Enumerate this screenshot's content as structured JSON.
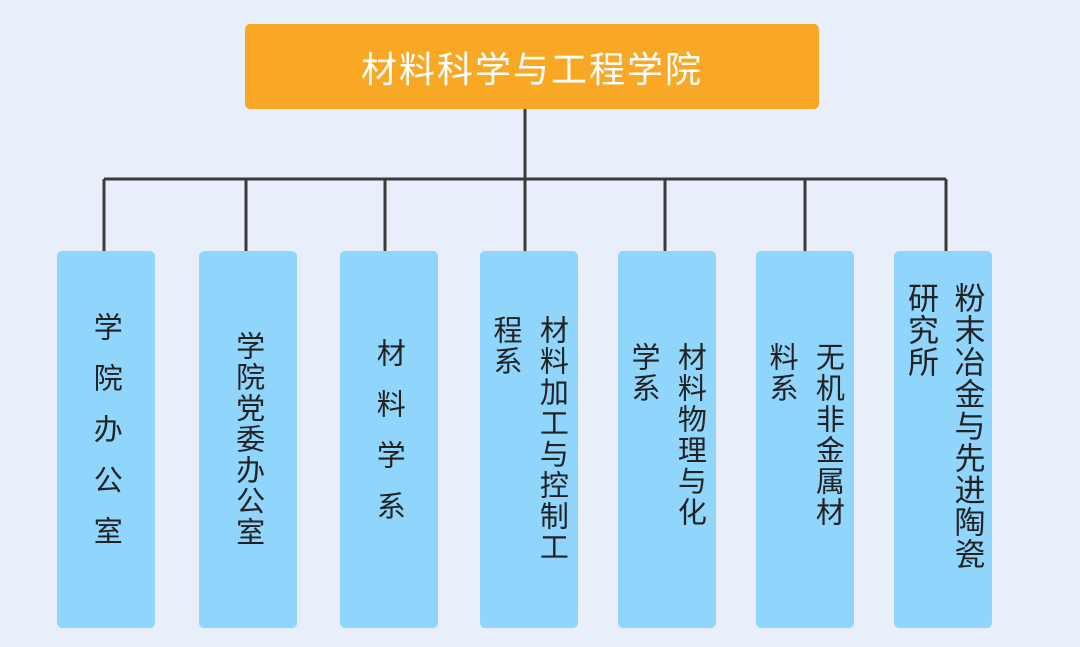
{
  "root": {
    "label": "材料科学与工程学院"
  },
  "children": [
    {
      "label": "学院办公室"
    },
    {
      "label": "学院党委办公室"
    },
    {
      "label": "材料学系"
    },
    {
      "label": "材料加工与控制工程系"
    },
    {
      "label": "材料物理与化学系"
    },
    {
      "label": "无机非金属材料系"
    },
    {
      "label": "粉末冶金与先进陶瓷研究所"
    }
  ],
  "colors": {
    "background": "#e9effa",
    "root_fill": "#f9a825",
    "child_fill": "#90d5fb",
    "connector": "#3a3a3a"
  }
}
